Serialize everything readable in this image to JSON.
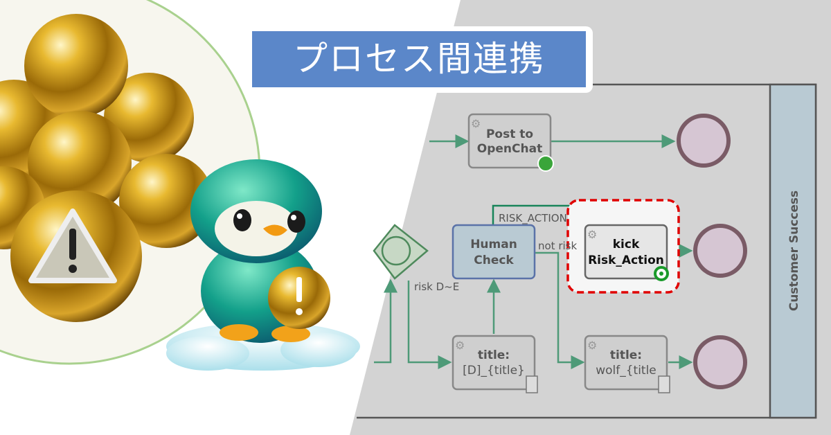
{
  "banner": {
    "title": "プロセス間連携"
  },
  "diagram": {
    "lane_label": "Customer Success",
    "tasks": {
      "post": {
        "line1": "Post to",
        "line2": "OpenChat"
      },
      "human": {
        "line1": "Human",
        "line2": "Check"
      },
      "kick": {
        "line1": "kick",
        "line2": "Risk_Action"
      },
      "title_d": {
        "line1": "title:",
        "line2": "[D]_{title}"
      },
      "title_wolf": {
        "line1": "title:",
        "line2": "wolf_{title"
      }
    },
    "flow_labels": {
      "risk_action": "RISK_ACTION",
      "not_risk": "not risk",
      "risk_de": "risk D~E"
    }
  },
  "colors": {
    "accent": "#5b87c9",
    "flow": "#4e9a78",
    "highlight": "#e00000",
    "lane": "#b9cad3"
  }
}
